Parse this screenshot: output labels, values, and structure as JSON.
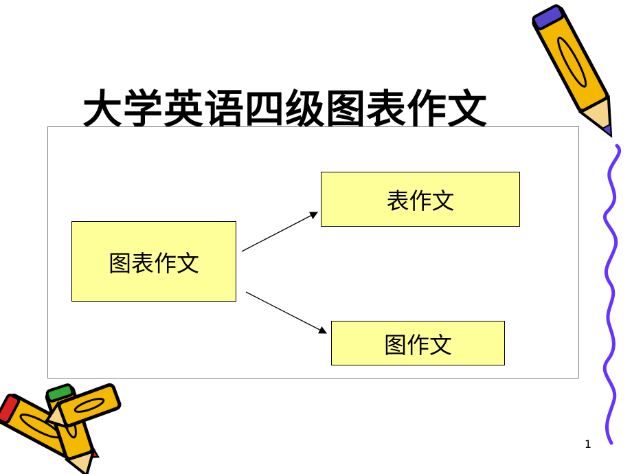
{
  "slide": {
    "title": "大学英语四级图表作文",
    "page_number": "1"
  },
  "diagram": {
    "root": "图表作文",
    "branches": [
      "表作文",
      "图作文"
    ]
  },
  "colors": {
    "node_fill": "#ffff99",
    "frame_border": "#808080",
    "pencil_body": "#f5b800",
    "squiggle": "#6633ff"
  }
}
